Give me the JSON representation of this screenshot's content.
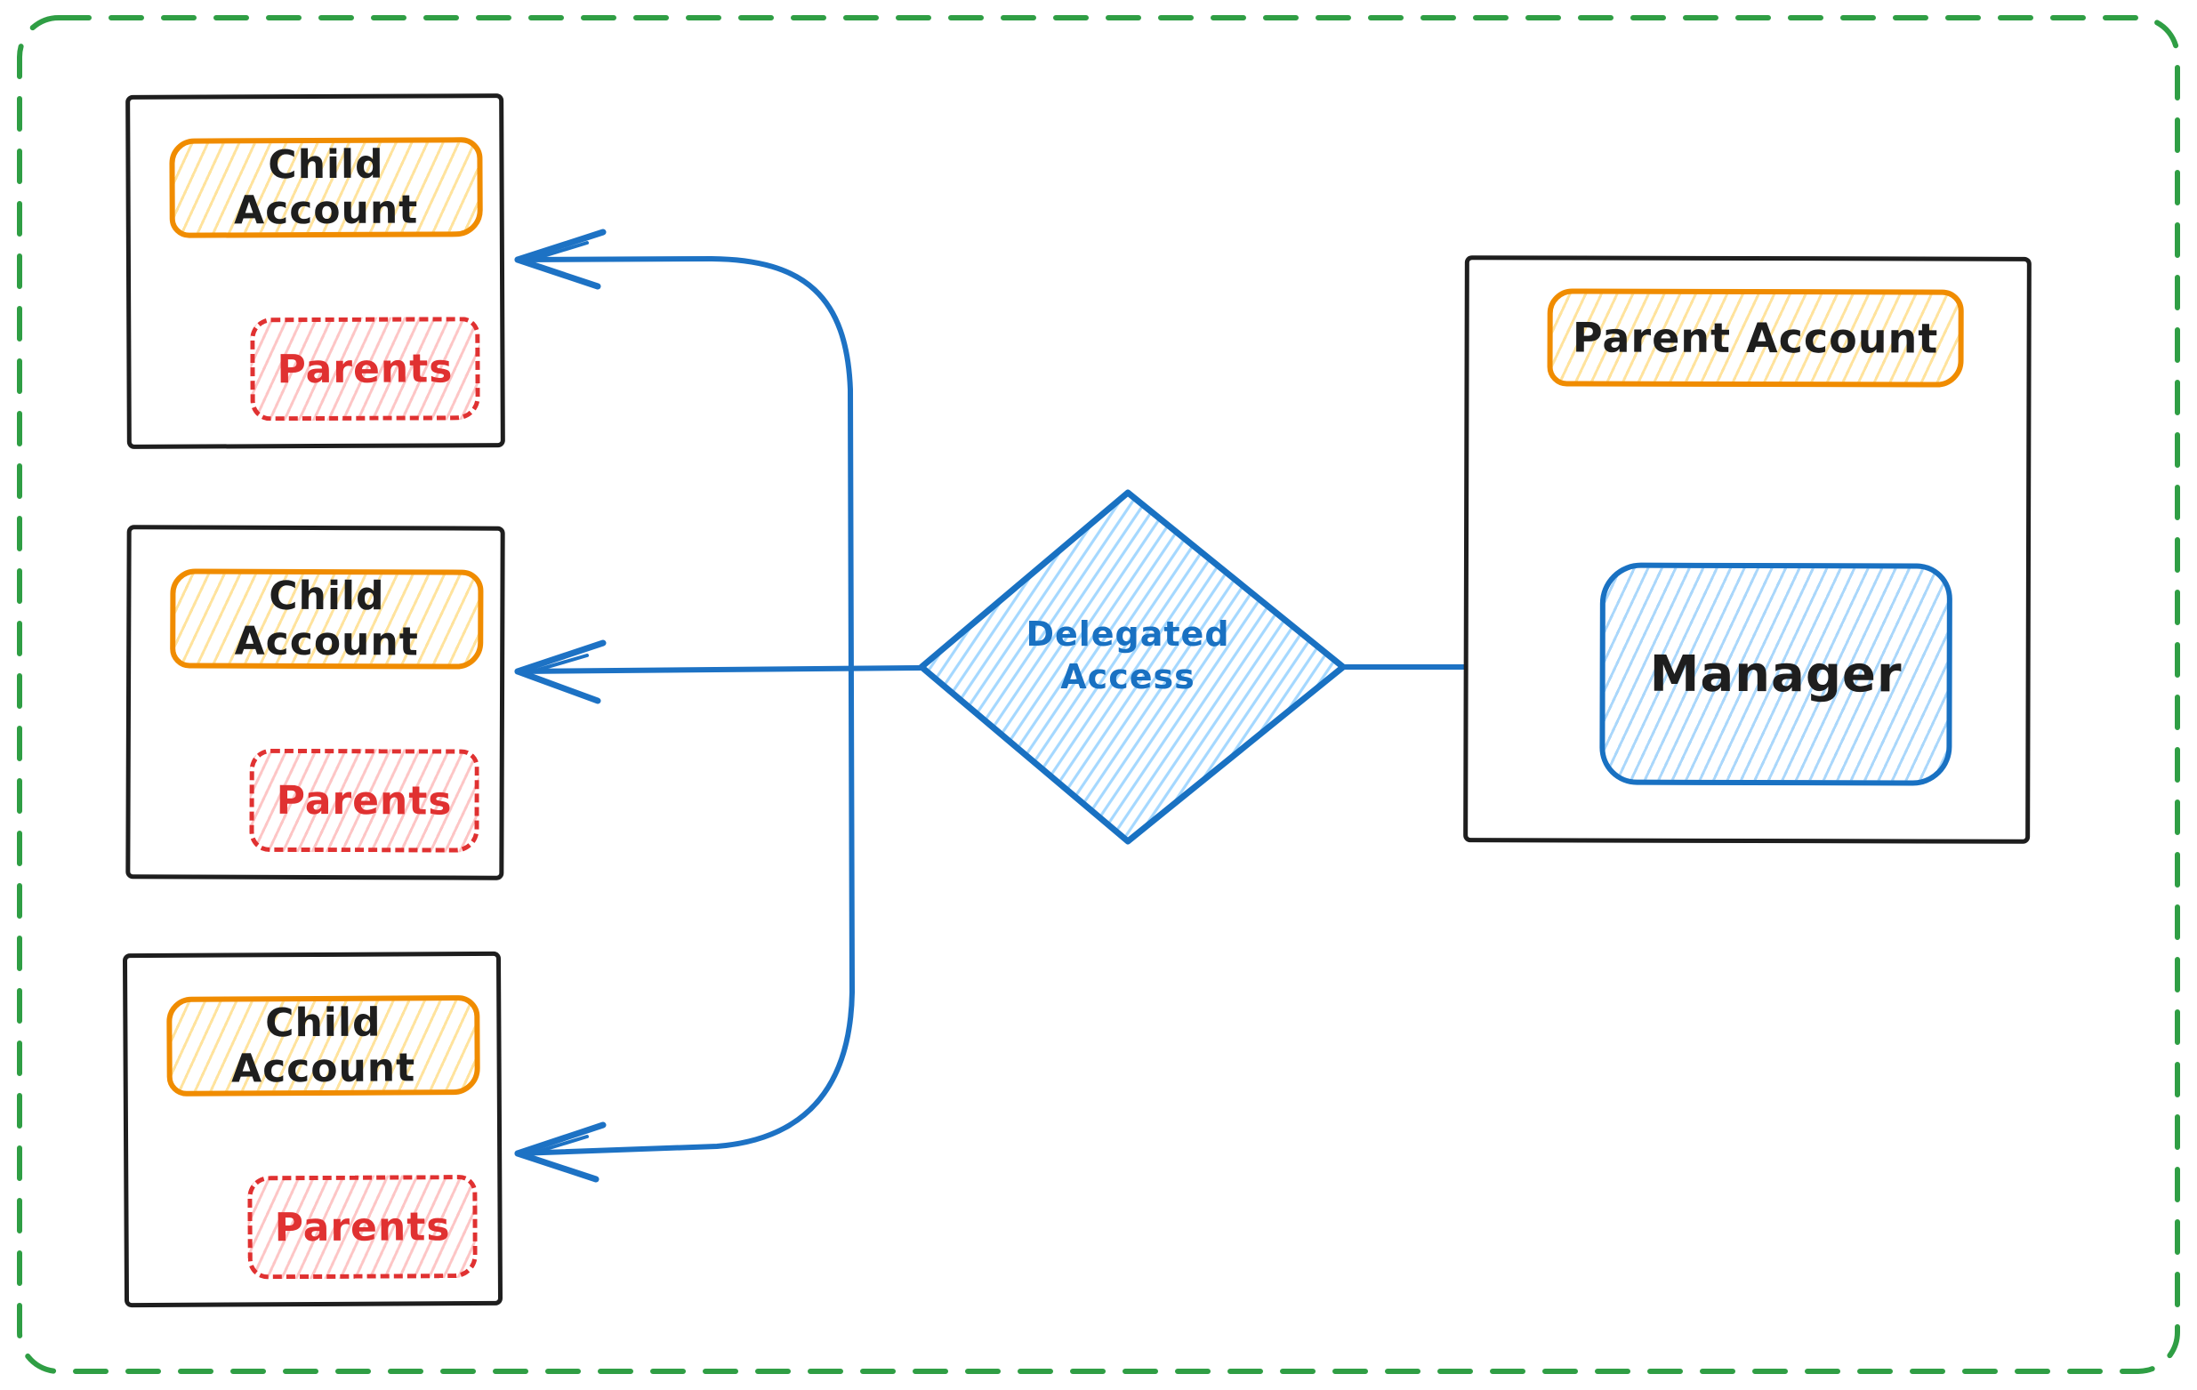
{
  "diagram": {
    "type": "sketch-flowchart",
    "description_visible_text_only": true
  },
  "children": [
    {
      "title": "Child Account",
      "subtitle": "Parents"
    },
    {
      "title": "Child Account",
      "subtitle": "Parents"
    },
    {
      "title": "Child Account",
      "subtitle": "Parents"
    }
  ],
  "parent": {
    "title": "Parent Account",
    "manager": "Manager"
  },
  "decision": {
    "line1": "Delegated",
    "line2": "Access"
  },
  "colors": {
    "ink": "#1e1e1e",
    "orange_stroke": "#f08c00",
    "yellow_hatch": "#ffcc4d",
    "red_stroke": "#e03131",
    "pink_hatch": "#ffc9c9",
    "blue_stroke": "#1971c2",
    "light_blue_hatch": "#a5d8ff",
    "green_border": "#2f9e44",
    "background": "#ffffff"
  }
}
